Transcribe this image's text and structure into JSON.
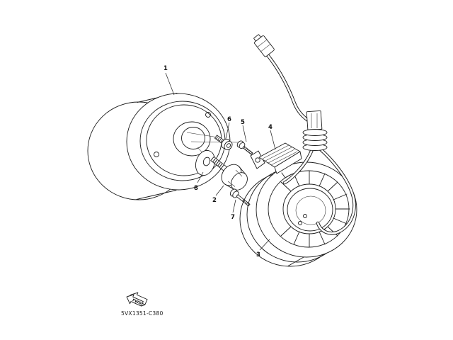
{
  "diagram": {
    "code": "5VX1351-C380",
    "fwd_label": "FWD"
  },
  "callouts": [
    {
      "ref": "1",
      "part": "rotor-assembly"
    },
    {
      "ref": "2",
      "part": "flange-bolt"
    },
    {
      "ref": "3",
      "part": "stator-assembly"
    },
    {
      "ref": "4",
      "part": "holder-bracket"
    },
    {
      "ref": "5",
      "part": "pan-head-screw"
    },
    {
      "ref": "6",
      "part": "socket-head-screw"
    },
    {
      "ref": "7",
      "part": "long-pan-head-screw"
    },
    {
      "ref": "8",
      "part": "plate-washer"
    }
  ],
  "colors": {
    "background": "#ffffff",
    "line": "#1c1c1c"
  }
}
